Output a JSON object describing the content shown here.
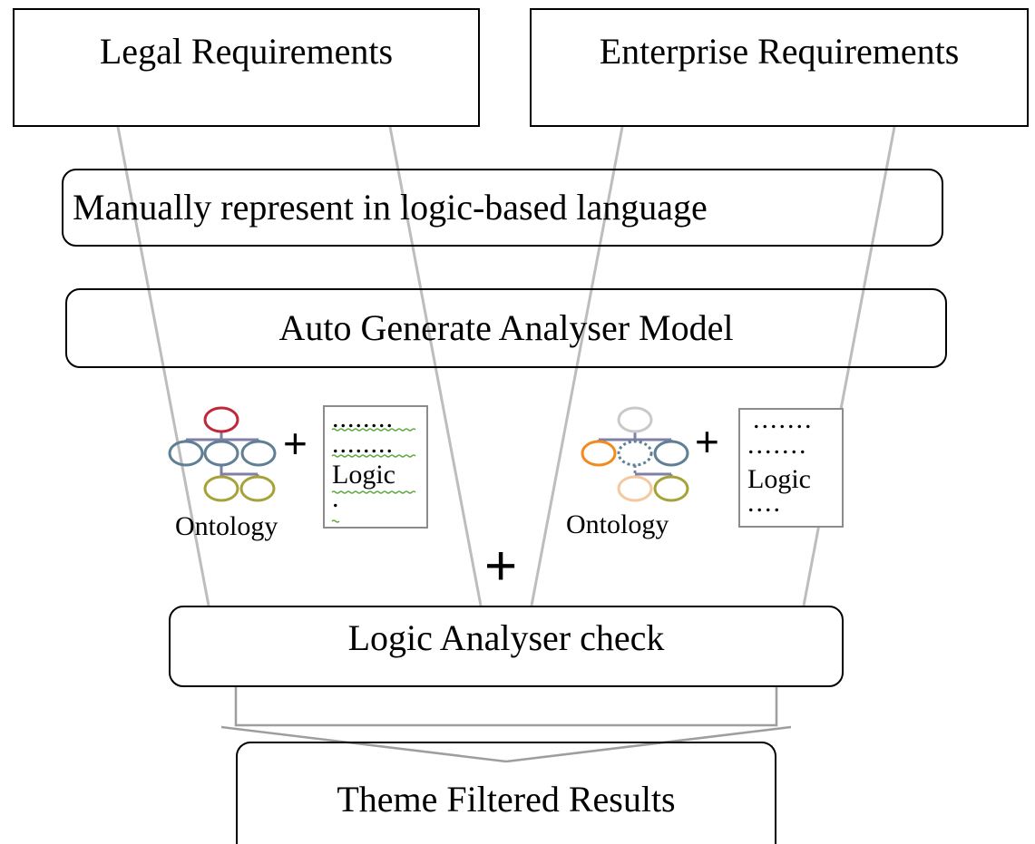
{
  "boxes": {
    "legal": "Legal Requirements",
    "enterprise": "Enterprise Requirements",
    "manual": "Manually represent in logic-based language",
    "auto": "Auto Generate Analyser Model",
    "logic_check": "Logic Analyser check",
    "theme": "Theme Filtered Results"
  },
  "left_group": {
    "ontology_label": "Ontology",
    "plus": "+",
    "doc": {
      "dots_1": "........",
      "dots_2": "........",
      "logic": "Logic",
      "dots_3": "."
    }
  },
  "right_group": {
    "ontology_label": "Ontology",
    "plus": "+",
    "doc": {
      "dots_1": ".......",
      "dots_2": ".......",
      "logic": "Logic",
      "dots_3": "...."
    }
  },
  "center_plus": "+",
  "colors": {
    "funnel_line": "#bdbdbd",
    "left_ontology_root": "#c0283a",
    "left_ontology_mid": "#5f7f94",
    "left_ontology_leaf": "#a6a23a",
    "right_ontology_root": "#c9c9c9",
    "right_ontology_orange": "#f28a1e",
    "right_ontology_dashed": "#5f7f94",
    "right_ontology_mid": "#5f7f94",
    "right_ontology_peach": "#f6c89f",
    "right_ontology_leaf": "#a6a23a",
    "ontology_connector": "#7f7fa8",
    "squiggle": "#5aa83a",
    "doc_border": "#8c8c8c"
  }
}
